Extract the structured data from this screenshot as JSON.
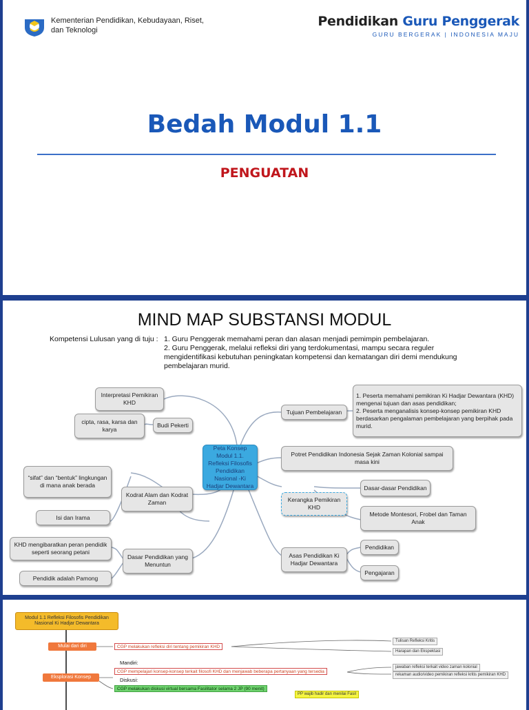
{
  "slide1": {
    "ministry_text": "Kementerian Pendidikan, Kebudayaan, Riset, dan Teknologi",
    "brand_title_1": "Pendidikan",
    "brand_title_2": "Guru Penggerak",
    "brand_sub": "GURU BERGERAK | INDONESIA MAJU",
    "title": "Bedah Modul 1.1",
    "subtitle": "PENGUATAN",
    "colors": {
      "blue": "#1a58b8",
      "red": "#c0161c",
      "frame": "#1e3f8f"
    }
  },
  "slide2": {
    "title": "MIND MAP SUBSTANSI MODUL",
    "competency_label": "Kompetensi Lulusan yang di tuju :",
    "competency_items": [
      "1. Guru Penggerak memahami peran dan alasan menjadi pemimpin pembelajaran.",
      "2. Guru Penggerak, melalui refleksi diri yang terdokumentasi, mampu secara reguler mengidentifikasi kebutuhan peningkatan kompetensi dan kematangan diri demi mendukung pembelajaran murid."
    ],
    "nodes": {
      "center": "Peta Konsep Modul 1.1. Refleksi Filosofis Pendidikan Nasional -Ki Hadjar Dewantara",
      "tujuan": "Tujuan Pembelajaran",
      "tujuan_detail_1": "1. Peserta memahami pemikiran Ki Hadjar Dewantara (KHD) mengenai tujuan dan asas pendidikan;",
      "tujuan_detail_2": "2. Peserta menganalisis konsep-konsep pemikiran KHD berdasarkan pengalaman pembelajaran yang berpihak pada murid.",
      "potret": "Potret Pendidikan Indonesia Sejak Zaman Kolonial sampai masa kini",
      "kerangka": "Kerangka Pemikiran KHD",
      "dasar_dasar": "Dasar-dasar Pendidikan",
      "montesori": "Metode Montesori, Frobel dan Taman Anak",
      "asas": "Asas Pendidikan Ki Hadjar Dewantara",
      "pendidikan": "Pendidikan",
      "pengajaran": "Pengajaran",
      "interpretasi": "Interpretasi Pemikiran KHD",
      "budi": "Budi Pekerti",
      "cipta": "cipta, rasa, karsa dan karya",
      "kodrat": "Kodrat Alam dan Kodrat Zaman",
      "sifat": "“sifat” dan “bentuk” lingkungan di mana anak berada",
      "isi": "Isi dan Irama",
      "dasar_menuntun": "Dasar Pendidikan yang Menuntun",
      "petani": "KHD mengibaratkan peran pendidik seperti seorang petani",
      "pamong": "Pendidik adalah Pamong"
    }
  },
  "slide3": {
    "root": "Modul 1.1 Refleksi Filosofis Pendidikan Nasional Ki Hadjar Dewantara",
    "step1": "Mulai dari diri",
    "step1_bar": "CGP melakukan refleksi diri tentang pemikiran KHD",
    "tag1": "Tulisan Refleksi Kritis",
    "tag2": "Harapan dan Ekspektasi",
    "mandiri_label": "Mandiri:",
    "step2": "Eksplorasi Konsep",
    "step2_bar": "CGP mempelajari konsep-konsep terkait filosofi KHD dan menjawab beberapa pertanyaan yang tersedia",
    "tag3": "jawaban refleksi terkait video zaman kolonial",
    "tag4": "rekaman audio/video pemikiran refleksi kritis pemikiran KHD",
    "diskusi_label": "Diskusi:",
    "step2_bar_green": "CGP melakukan diskusi virtual bersama Fasilitator selama 2 JP (90 menit)",
    "tag5": "PP wajib hadir dan menilai Fasil"
  }
}
